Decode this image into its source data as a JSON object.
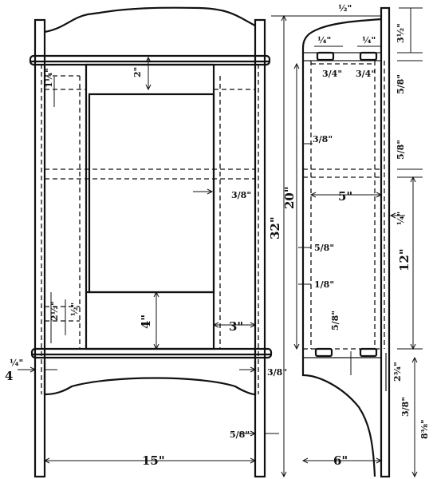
{
  "front_view": {
    "labels": {
      "top_rail_2": "2\"",
      "side_1_quarter": "1¼\"",
      "inner_3_8": "3/8\"",
      "shelf_4": "4\"",
      "side_3": "3\"",
      "lower_2_half": "2½\"",
      "lower_1_half": "½\"",
      "foot_4_quarter": "¼\"",
      "bottom_3_8": "3/8\"",
      "bottom_5_8": "5/8\"",
      "width_15": "15\""
    }
  },
  "side_view": {
    "labels": {
      "top_half": "½\"",
      "top_3_half": "3½\"",
      "tenon_quarter_a": "¼\"",
      "tenon_quarter_b": "¼\"",
      "mortise_3_4_a": "3/4\"",
      "mortise_3_4_b": "3/4\"",
      "right_5_8_a": "5/8\"",
      "right_5_8_b": "5/8\"",
      "inner_3_8": "3/8\"",
      "depth_5": "5\"",
      "right_quarter": "¼\"",
      "inner_5_8": "5/8\"",
      "inner_1_8": "1/8\"",
      "lower_5_8": "5/8\"",
      "foot_2_3_4": "2¾\"",
      "foot_3_8": "3/8\"",
      "height_32": "32\"",
      "height_20": "20\"",
      "height_12": "12\"",
      "height_8_3_8": "8⅜\"",
      "base_6": "6\""
    }
  }
}
